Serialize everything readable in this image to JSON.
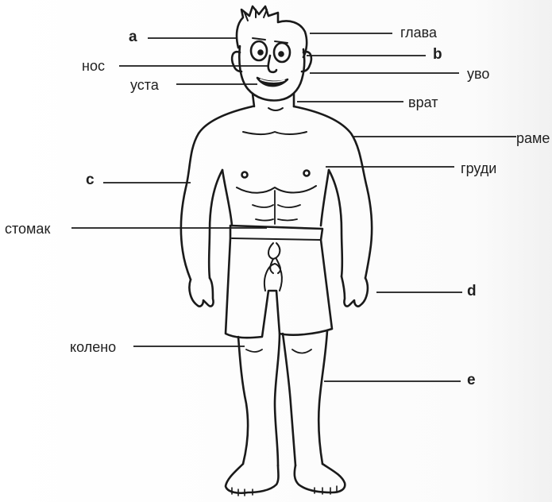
{
  "labels": {
    "a": "a",
    "glava": "глава",
    "nos": "нос",
    "b": "b",
    "usta": "уста",
    "uvo": "уво",
    "vrat": "врат",
    "rame": "раме",
    "c": "c",
    "grudi": "груди",
    "stomak": "стомак",
    "d": "d",
    "koleno": "колено",
    "e": "e"
  },
  "colors": {
    "ink": "#1a1a1a",
    "paper": "#ffffff"
  }
}
